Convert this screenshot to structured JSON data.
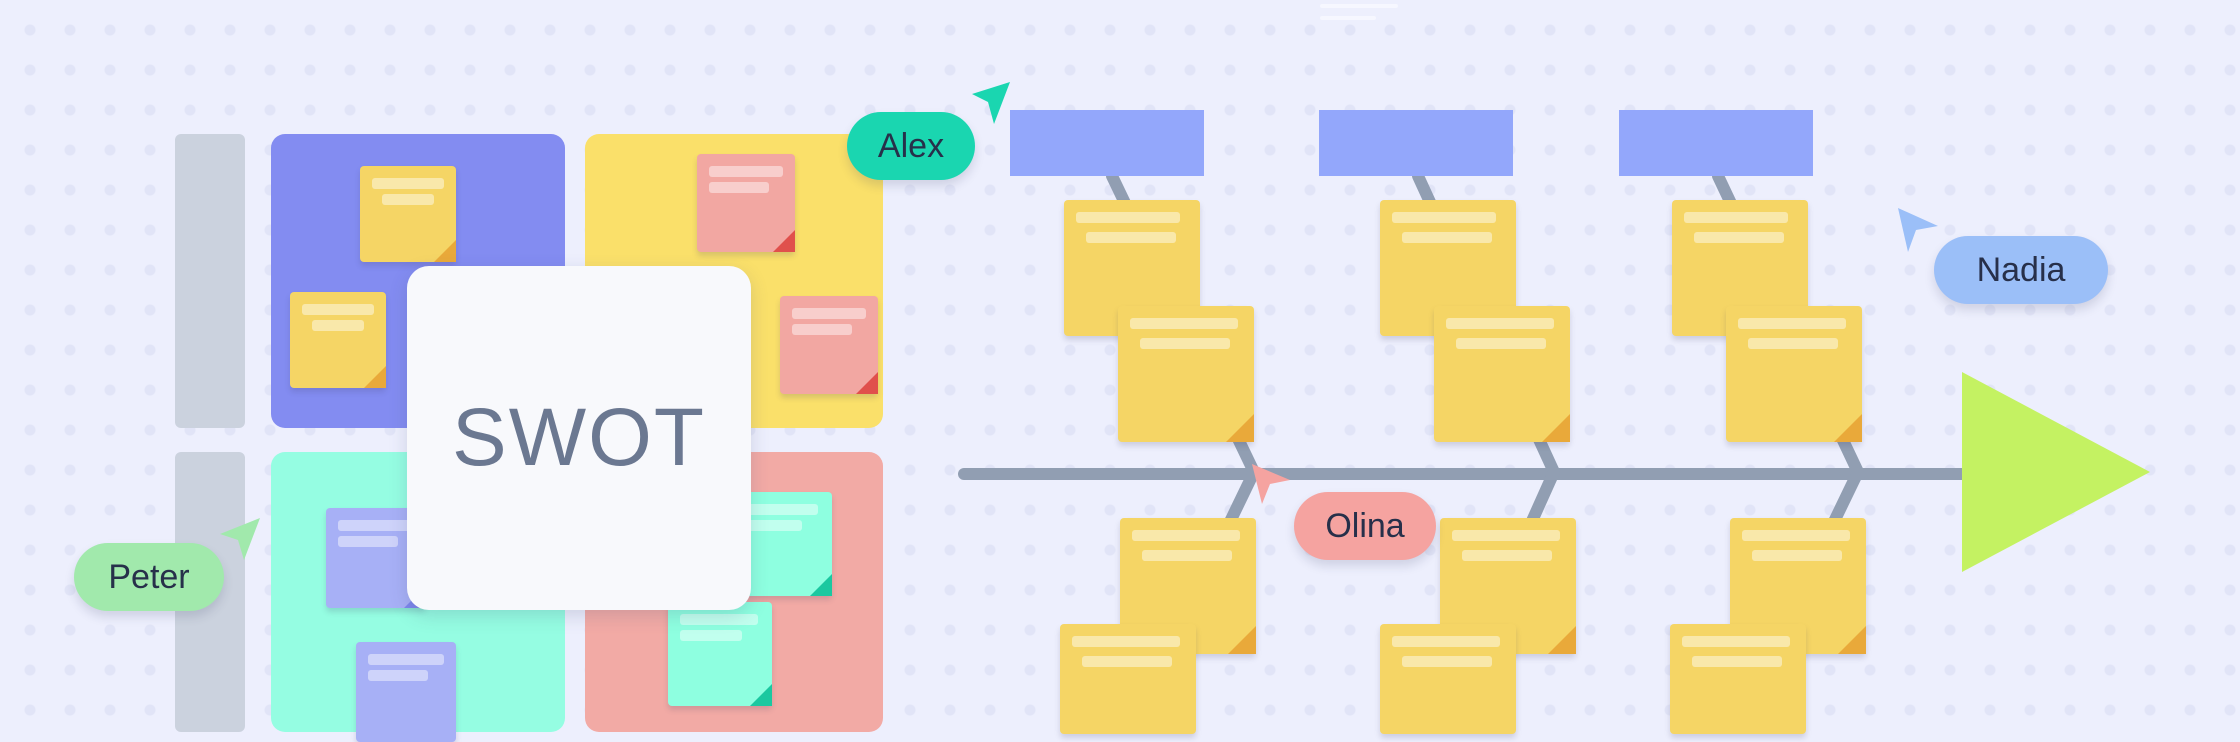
{
  "swot": {
    "title": "SWOT"
  },
  "collaborators": [
    {
      "name": "Alex",
      "color": "#1ad6b0",
      "icon": "cursor-arrow-icon"
    },
    {
      "name": "Nadia",
      "color": "#9bbff8",
      "icon": "cursor-arrow-icon"
    },
    {
      "name": "Olina",
      "color": "#f5a3a0",
      "icon": "cursor-arrow-icon"
    },
    {
      "name": "Peter",
      "color": "#a1e9ac",
      "icon": "cursor-arrow-icon"
    }
  ],
  "colors": {
    "quadrant_strengths": "#838cf1",
    "quadrant_weaknesses": "#fae06a",
    "quadrant_opportunities": "#95fde2",
    "quadrant_threats": "#f2aaa5",
    "sticky_yellow": "#f5d565",
    "sticky_red": "#f2a7a2",
    "sticky_mint": "#8effe0",
    "sticky_lavender": "#a7b0f6",
    "fishbone_spine": "#919eb2",
    "fishbone_head": "#c4f262",
    "category_header": "#93a7fb"
  }
}
